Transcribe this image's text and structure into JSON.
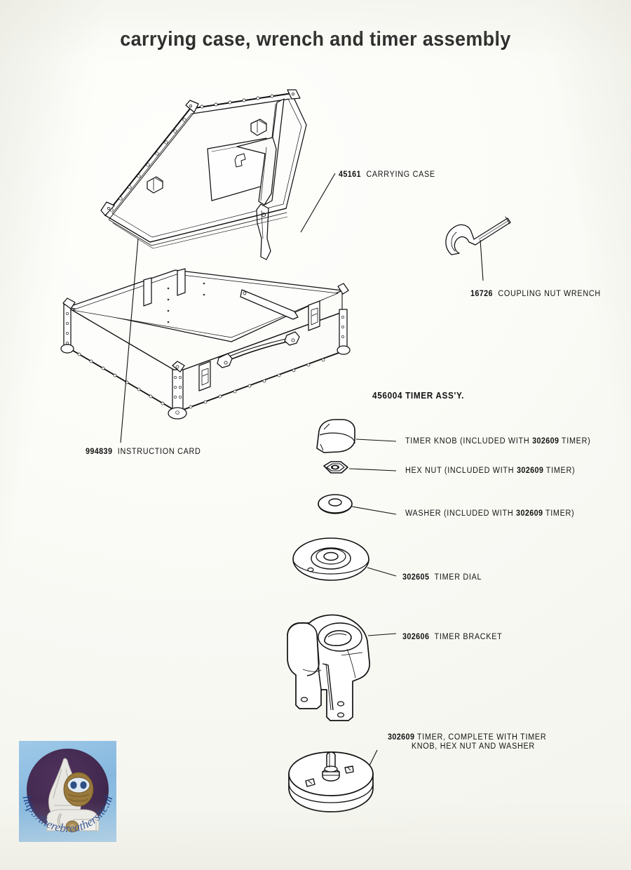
{
  "page": {
    "title": "carrying case, wrench and timer assembly",
    "background_color": "#fbfbf7",
    "ink_color": "#111111"
  },
  "callouts": [
    {
      "id": "carrying-case",
      "part_number": "45161",
      "description": "CARRYING CASE",
      "text": "45161  CARRYING CASE"
    },
    {
      "id": "coupling-nut-wrench",
      "part_number": "16726",
      "description": "COUPLING NUT WRENCH",
      "text": "16726  COUPLING NUT WRENCH"
    },
    {
      "id": "instruction-card",
      "part_number": "994839",
      "description": "INSTRUCTION CARD",
      "text": "994839  INSTRUCTION CARD"
    },
    {
      "id": "timer-assembly-heading",
      "part_number": "456004",
      "description": "TIMER ASS'Y.",
      "text": "456004 TIMER ASS'Y."
    },
    {
      "id": "timer-knob",
      "part_number": "302609",
      "description": "TIMER KNOB (INCLUDED WITH 302609 TIMER)",
      "prefix": "TIMER KNOB (INCLUDED WITH ",
      "ref": "302609",
      "suffix": " TIMER)"
    },
    {
      "id": "hex-nut",
      "part_number": "302609",
      "description": "HEX NUT (INCLUDED WITH 302609 TIMER)",
      "prefix": "HEX NUT (INCLUDED WITH ",
      "ref": "302609",
      "suffix": " TIMER)"
    },
    {
      "id": "washer",
      "part_number": "302609",
      "description": "WASHER (INCLUDED WITH 302609 TIMER)",
      "prefix": "WASHER (INCLUDED WITH ",
      "ref": "302609",
      "suffix": " TIMER)"
    },
    {
      "id": "timer-dial",
      "part_number": "302605",
      "description": "TIMER DIAL",
      "text": "302605  TIMER DIAL"
    },
    {
      "id": "timer-bracket",
      "part_number": "302606",
      "description": "TIMER BRACKET",
      "text": "302606  TIMER BRACKET"
    },
    {
      "id": "timer-complete",
      "part_number": "302609",
      "description": "TIMER, COMPLETE WITH TIMER KNOB, HEX NUT AND WASHER",
      "line1_prefix": "302609",
      "line1": " TIMER, COMPLETE WITH TIMER",
      "line2": "KNOB, HEX NUT AND WASHER"
    }
  ],
  "labels": {
    "carrying_case_pn": "45161",
    "carrying_case_desc": "CARRYING CASE",
    "wrench_pn": "16726",
    "wrench_desc": "COUPLING NUT WRENCH",
    "instruction_card_pn": "994839",
    "instruction_card_desc": "INSTRUCTION CARD",
    "timer_assy": "456004 TIMER ASS'Y.",
    "timer_knob_prefix": "TIMER KNOB (INCLUDED WITH ",
    "timer_knob_ref": "302609",
    "timer_knob_suffix": " TIMER)",
    "hex_nut_prefix": "HEX NUT (INCLUDED WITH ",
    "hex_nut_ref": "302609",
    "hex_nut_suffix": " TIMER)",
    "washer_prefix": "WASHER (INCLUDED WITH ",
    "washer_ref": "302609",
    "washer_suffix": " TIMER)",
    "timer_dial_pn": "302605",
    "timer_dial_desc": "TIMER DIAL",
    "timer_bracket_pn": "302606",
    "timer_bracket_desc": "TIMER BRACKET",
    "timer_complete_pn": "302609",
    "timer_complete_line1": " TIMER, COMPLETE WITH TIMER",
    "timer_complete_line2": "KNOB, HEX NUT AND WASHER"
  },
  "watermark": {
    "url_text": "http://therebreathersite.nl",
    "background_color": "#8fbfe3",
    "disc_color": "#46294f",
    "text_color": "#1b3e86"
  }
}
